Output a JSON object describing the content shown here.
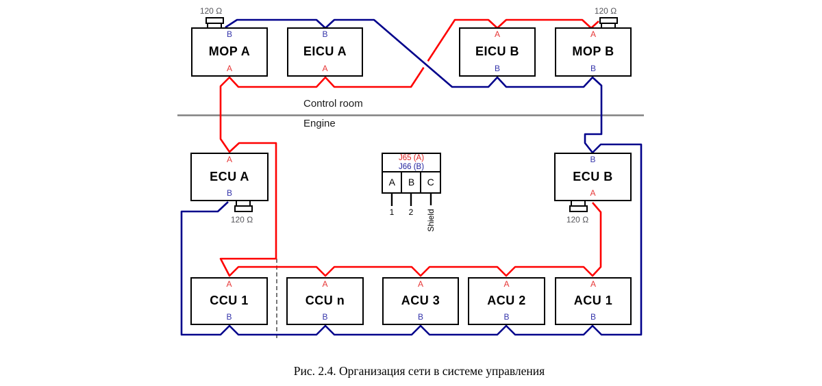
{
  "colors": {
    "bus_a": "#fe0000",
    "bus_b": "#00008b",
    "terminal_a_text": "#e63535",
    "terminal_b_text": "#3333aa",
    "divider": "#808080"
  },
  "sections": {
    "top": "Control room",
    "bottom": "Engine"
  },
  "terminator_label": "120 Ω",
  "nodes": {
    "mop_a": {
      "name": "MOP A",
      "top": "B",
      "bottom": "A"
    },
    "eicu_a": {
      "name": "EICU A",
      "top": "B",
      "bottom": "A"
    },
    "eicu_b": {
      "name": "EICU B",
      "top": "A",
      "bottom": "B"
    },
    "mop_b": {
      "name": "MOP B",
      "top": "A",
      "bottom": "B"
    },
    "ecu_a": {
      "name": "ECU A",
      "top": "A",
      "bottom": "B"
    },
    "ecu_b": {
      "name": "ECU B",
      "top": "B",
      "bottom": "A"
    },
    "ccu_1": {
      "name": "CCU 1",
      "top": "A",
      "bottom": "B"
    },
    "ccu_n": {
      "name": "CCU n",
      "top": "A",
      "bottom": "B"
    },
    "acu_3": {
      "name": "ACU 3",
      "top": "A",
      "bottom": "B"
    },
    "acu_2": {
      "name": "ACU 2",
      "top": "A",
      "bottom": "B"
    },
    "acu_1": {
      "name": "ACU 1",
      "top": "A",
      "bottom": "B"
    }
  },
  "connector": {
    "line_a": "J65 (A)",
    "line_b": "J66 (B)",
    "cells": [
      "A",
      "B",
      "C"
    ],
    "pins": [
      "1",
      "2",
      "Shield"
    ]
  },
  "caption": "Рис. 2.4. Организация сети в системе управления"
}
